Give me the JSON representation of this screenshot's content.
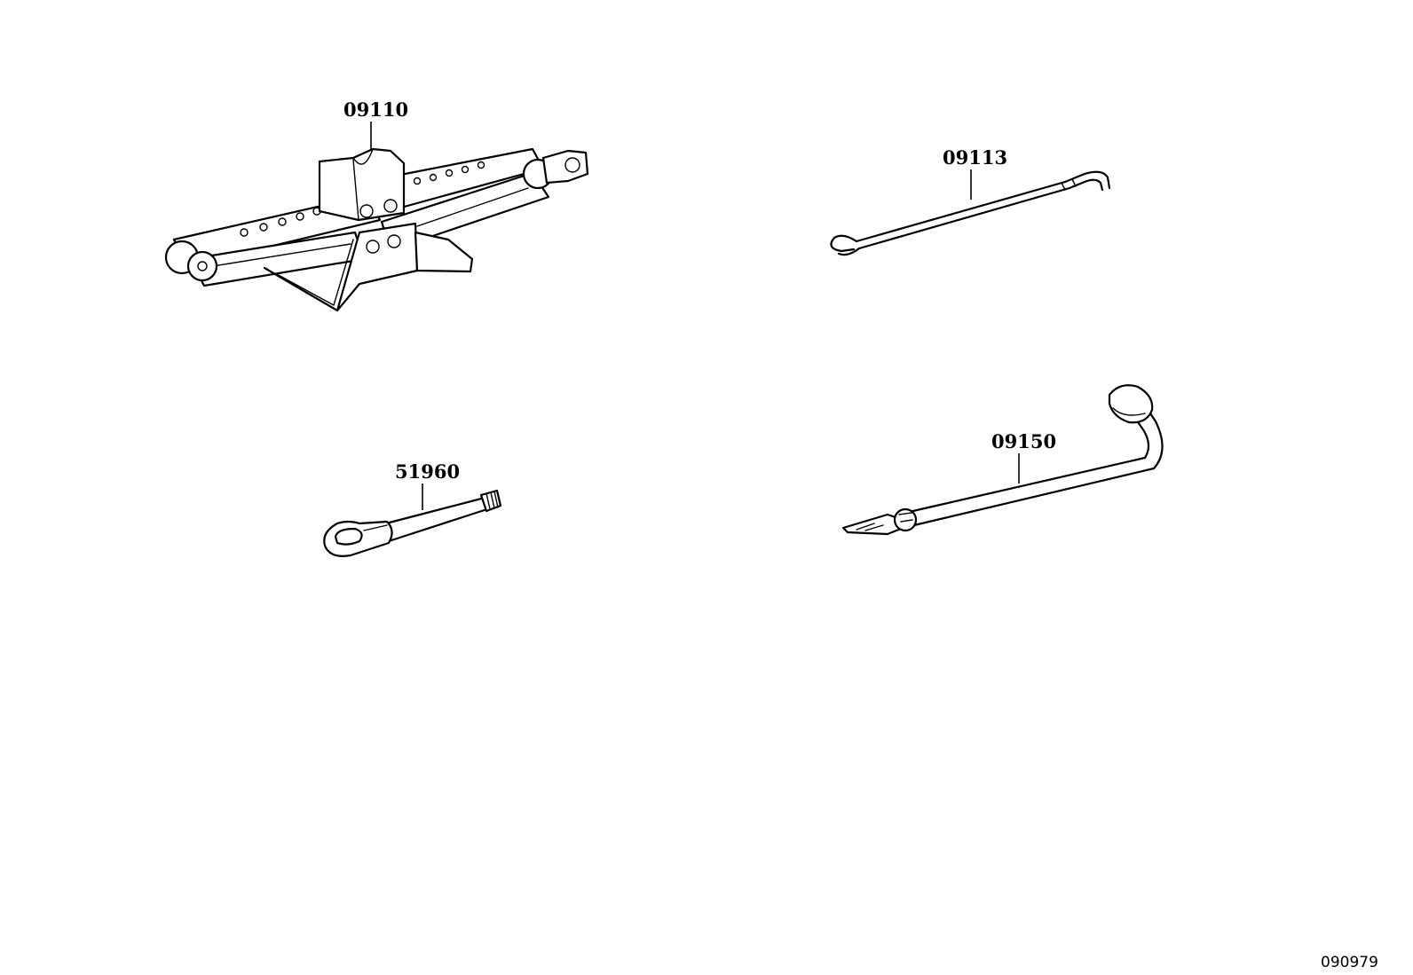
{
  "parts": [
    {
      "id": "jack",
      "label": "09110",
      "icon": "scissor-jack-icon"
    },
    {
      "id": "jack-handle",
      "label": "09113",
      "icon": "jack-handle-hook-icon"
    },
    {
      "id": "towing-eye",
      "label": "51960",
      "icon": "towing-eye-icon"
    },
    {
      "id": "lug-wrench",
      "label": "09150",
      "icon": "lug-wrench-icon"
    }
  ],
  "figure_ref": "090979"
}
